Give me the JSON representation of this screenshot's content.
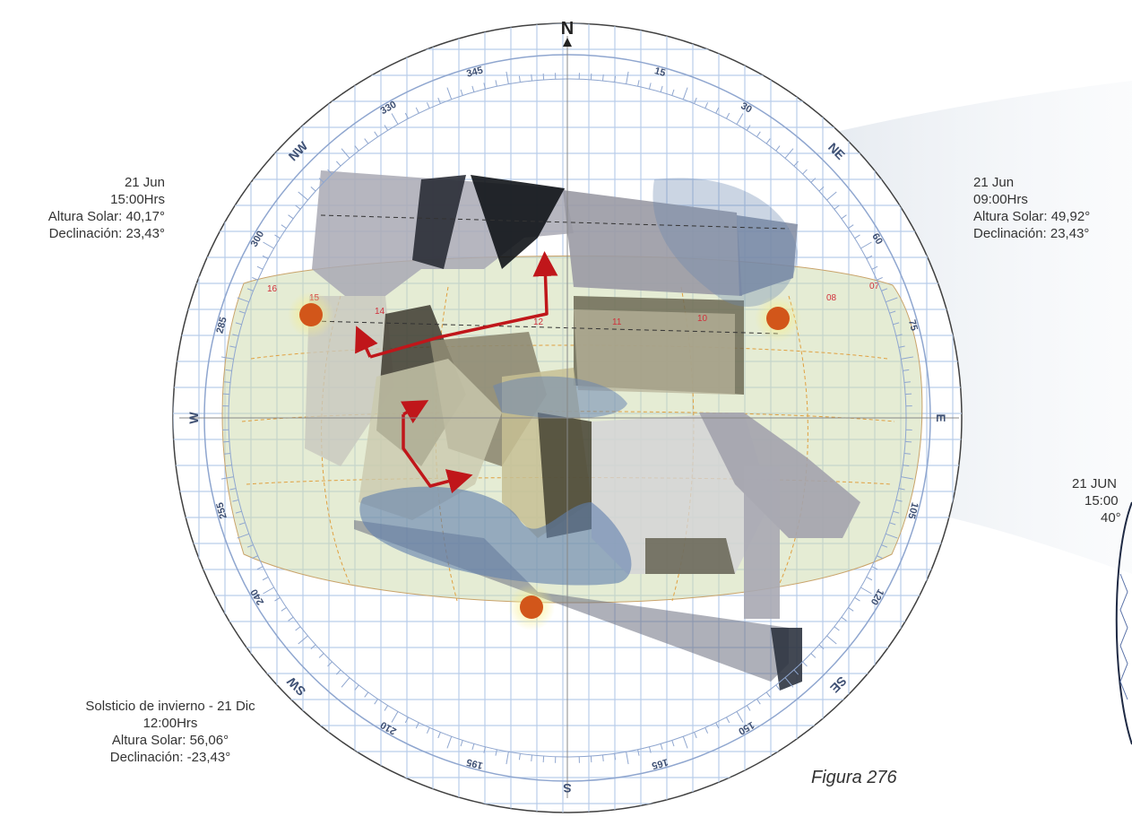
{
  "compass": {
    "north": "N",
    "directions": {
      "ne": "NE",
      "e": "E",
      "se": "SE",
      "s": "S",
      "sw": "SW",
      "w": "W",
      "nw": "NW"
    },
    "degree_labels": [
      "345",
      "15",
      "30",
      "60",
      "75",
      "105",
      "120",
      "150",
      "165",
      "195",
      "210",
      "240",
      "255",
      "285",
      "300",
      "330"
    ]
  },
  "sun_path": {
    "hour_labels": [
      "14",
      "12",
      "11",
      "10",
      "08",
      "07",
      "15",
      "16"
    ],
    "colors": {
      "sun": "#d2561a",
      "glow": "#f6ee8c",
      "arrow": "#c0161a",
      "band": "#cfdcb0"
    }
  },
  "left_label": {
    "line1": "21 Jun",
    "line2": "15:00Hrs",
    "line3": "Altura Solar: 40,17°",
    "line4": "Declinación: 23,43°"
  },
  "right_label": {
    "line1": "21 Jun",
    "line2": "09:00Hrs",
    "line3": "Altura Solar: 49,92°",
    "line4": "Declinación: 23,43°"
  },
  "bottom_label": {
    "line1": "Solsticio de invierno - 21 Dic",
    "line2": "12:00Hrs",
    "line3": "Altura Solar: 56,06°",
    "line4": "Declinación: -23,43°"
  },
  "side_label": {
    "line1": "21 JUN",
    "line2": "15:00",
    "line3": "40°"
  },
  "figure_caption": "Figura 276"
}
